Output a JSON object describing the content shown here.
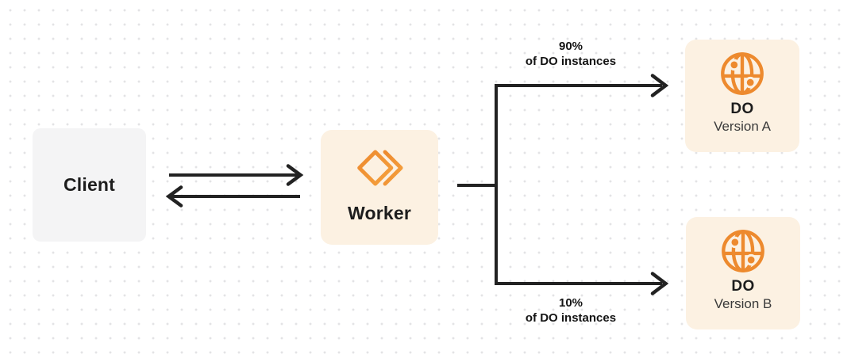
{
  "diagram": {
    "client": {
      "label": "Client"
    },
    "worker": {
      "label": "Worker"
    },
    "do_a": {
      "title": "DO",
      "subtitle": "Version A"
    },
    "do_b": {
      "title": "DO",
      "subtitle": "Version B"
    },
    "split_top": {
      "line1": "90%",
      "line2": "of DO instances"
    },
    "split_bottom": {
      "line1": "10%",
      "line2": "of DO instances"
    }
  },
  "icons": {
    "worker_icon": "code-diamond-chevron-icon",
    "do_icon": "globe-icon"
  },
  "colors": {
    "orange": "#ed8a2e",
    "orange_light": "#f5a13e",
    "cream": "#fcf1e2",
    "gray_box": "#f4f4f5",
    "line": "#222222",
    "dot_grid": "#e3e3e5"
  }
}
